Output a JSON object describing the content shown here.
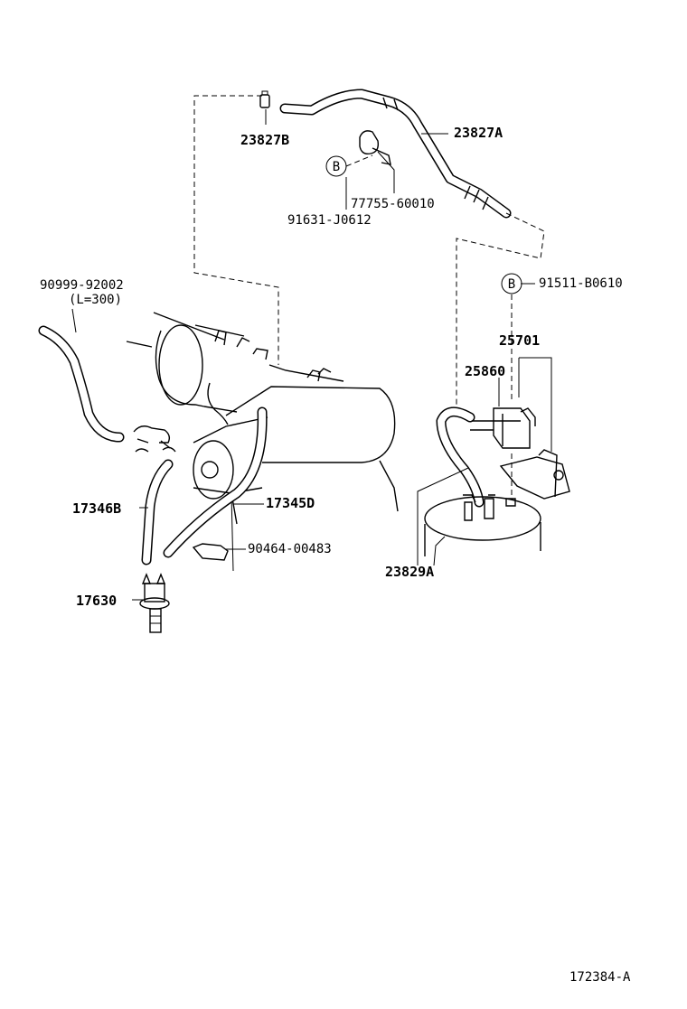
{
  "diagram_number": "172384-A",
  "bolt_marker": "B",
  "parts": {
    "p23827B": "23827B",
    "p23827A": "23827A",
    "p77755": "77755-60010",
    "p91631": "91631-J0612",
    "p90999": "90999-92002",
    "p90999_len": "(L=300)",
    "p91511": "91511-B0610",
    "p25701": "25701",
    "p25860": "25860",
    "p17346B": "17346B",
    "p17345D": "17345D",
    "p90464": "90464-00483",
    "p23829A": "23829A",
    "p17630": "17630"
  }
}
